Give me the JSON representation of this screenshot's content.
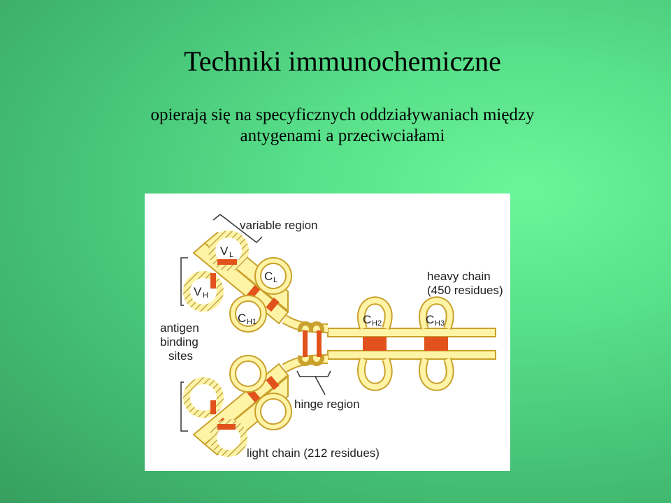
{
  "slide": {
    "title": "Techniki immunochemiczne",
    "subtitle_line1": "opierają się na specyficznych oddziaływaniach między",
    "subtitle_line2": "antygenami a przeciwciałami"
  },
  "figure": {
    "labels": {
      "variable_region": "variable region",
      "heavy_chain_line1": "heavy chain",
      "heavy_chain_line2": "(450 residues)",
      "antigen_line1": "antigen",
      "antigen_line2": "binding",
      "antigen_line3": "sites",
      "hinge_region": "hinge region",
      "light_chain": "light chain (212 residues)"
    },
    "domains": {
      "vl": "V",
      "vl_sub": "L",
      "vh": "V",
      "vh_sub": "H",
      "cl": "C",
      "cl_sub": "L",
      "ch1": "C",
      "ch1_sub": "H1",
      "ch2": "C",
      "ch2_sub": "H2",
      "ch3": "C",
      "ch3_sub": "H3"
    },
    "colors": {
      "chain_fill": "#fff3a6",
      "chain_outline": "#c9a12c",
      "disulfide": "#e2521c",
      "background": "#ffffff"
    }
  }
}
